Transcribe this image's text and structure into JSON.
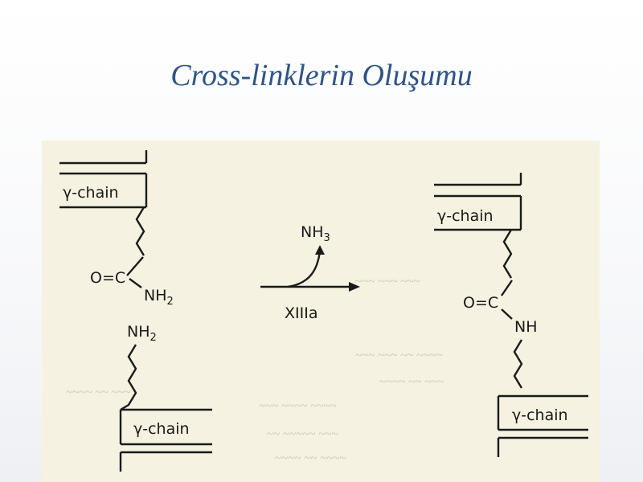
{
  "slide": {
    "title": "Cross-linklerin Oluşumu"
  },
  "diagram": {
    "chain_label": "γ-chain",
    "left_top": {
      "carbonyl": "O=C",
      "amide": "NH",
      "amide_sub": "2"
    },
    "left_bottom": {
      "amine": "NH",
      "amine_sub": "2"
    },
    "arrow": {
      "byproduct": "NH",
      "byproduct_sub": "3",
      "enzyme": "XIIIa"
    },
    "right": {
      "carbonyl": "O=C",
      "link": "NH"
    }
  },
  "colors": {
    "title": "#2e5486",
    "figure_background": "#f5f2e1",
    "ink": "#1a1a1a"
  }
}
